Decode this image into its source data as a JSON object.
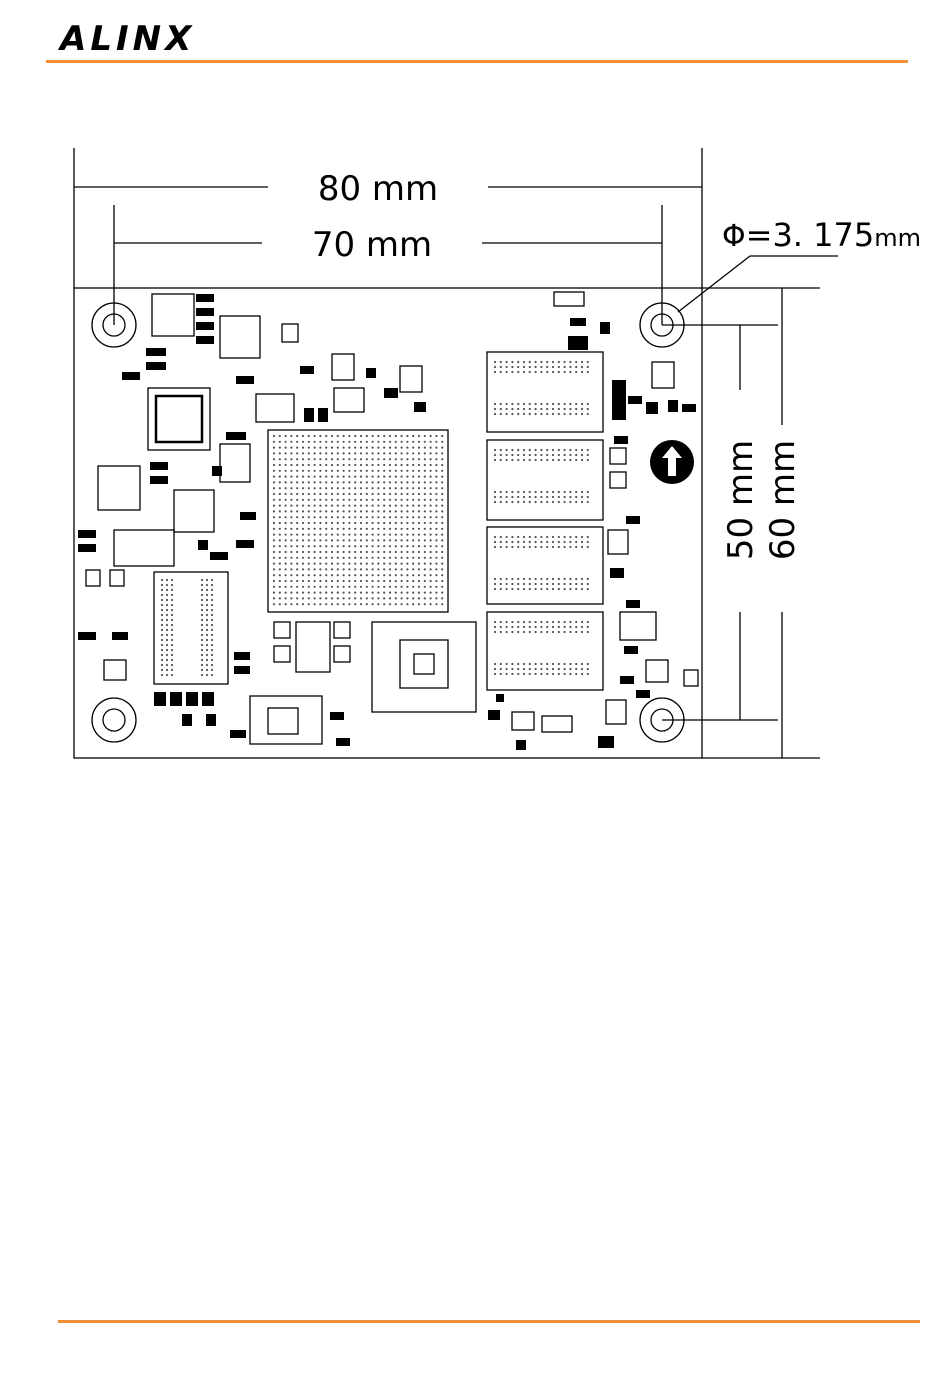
{
  "header": {
    "brand": "ALINX",
    "accent_color": "#f0913a"
  },
  "drawing": {
    "dim_width_outer": "80 mm",
    "dim_width_inner": "70 mm",
    "dim_height_inner": "50 mm",
    "dim_height_outer": "60 mm",
    "hole_diameter_symbol": "Φ",
    "hole_diameter_value": "=3. 175",
    "hole_diameter_unit": "mm",
    "orientation_marker": "up-arrow-icon"
  }
}
